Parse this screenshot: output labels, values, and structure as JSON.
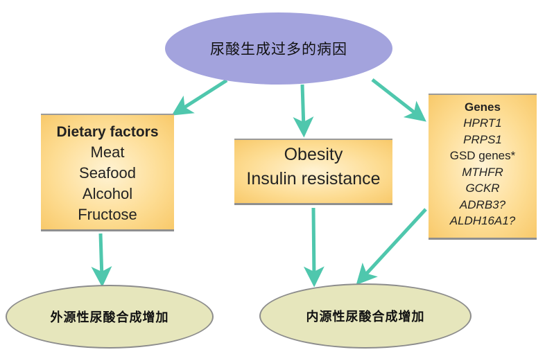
{
  "colors": {
    "top_ellipse": "#a3a3dd",
    "bottom_ellipse": "#e6e6bc",
    "arrow": "#4fc7ad",
    "box_fill": "#fddc92"
  },
  "top": {
    "title": "尿酸生成过多的病因"
  },
  "boxes": {
    "dietary": {
      "header": "Dietary factors",
      "items": [
        "Meat",
        "Seafood",
        "Alcohol",
        "Fructose"
      ]
    },
    "obesity": {
      "items": [
        "Obesity",
        "Insulin resistance"
      ]
    },
    "genes": {
      "header": "Genes",
      "items": [
        {
          "label": "HPRT1",
          "italic": true
        },
        {
          "label": "PRPS1",
          "italic": true
        },
        {
          "label": "GSD genes*",
          "italic": false
        },
        {
          "label": "MTHFR",
          "italic": true
        },
        {
          "label": "GCKR",
          "italic": true
        },
        {
          "label": "ADRB3?",
          "italic": true
        },
        {
          "label": "ALDH16A1?",
          "italic": true
        }
      ]
    }
  },
  "bottom": {
    "left": {
      "title": "外源性尿酸合成增加"
    },
    "right": {
      "title": "内源性尿酸合成增加"
    }
  },
  "arrows": [
    {
      "from": "top",
      "to": "dietary"
    },
    {
      "from": "top",
      "to": "obesity"
    },
    {
      "from": "top",
      "to": "genes"
    },
    {
      "from": "dietary",
      "to": "bottom-left"
    },
    {
      "from": "obesity",
      "to": "bottom-right"
    },
    {
      "from": "genes",
      "to": "bottom-right"
    }
  ]
}
